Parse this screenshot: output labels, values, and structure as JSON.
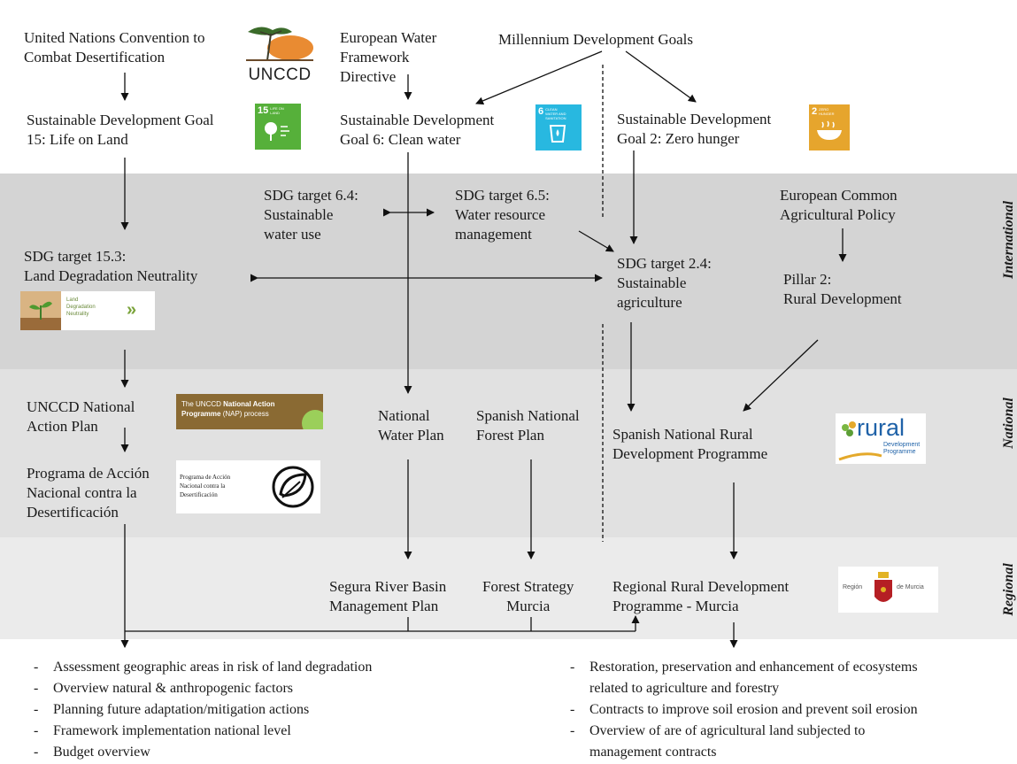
{
  "nodes": {
    "unccd": "United Nations Convention to\nCombat Desertification",
    "ewfd": "European Water\nFramework\nDirective",
    "mdg": "Millennium Development Goals",
    "sdg15": "Sustainable Development Goal\n15: Life on Land",
    "sdg6": "Sustainable Development\nGoal 6: Clean water",
    "sdg2": "Sustainable Development\nGoal 2: Zero hunger",
    "t64": "SDG target 6.4:\nSustainable\nwater use",
    "t65": "SDG target 6.5:\nWater resource\nmanagement",
    "cap": "European Common\nAgricultural Policy",
    "t153": "SDG target 15.3:\nLand Degradation Neutrality",
    "t24": "SDG target 2.4:\nSustainable\nagriculture",
    "pillar2": "Pillar 2:\nRural Development",
    "nap": "UNCCD National\nAction Plan",
    "nwp": "National\nWater Plan",
    "sfp": "Spanish National\nForest Plan",
    "snrdp": "Spanish National Rural\nDevelopment Programme",
    "pand": "Programa de Acción\nNacional contra la\nDesertificación",
    "segura": "Segura River Basin\nManagement Plan",
    "fsm": "Forest Strategy\nMurcia",
    "rrdp": "Regional Rural Development\nProgramme - Murcia"
  },
  "levels": {
    "international": "International",
    "national": "National",
    "regional": "Regional"
  },
  "logos": {
    "unccd_text": "UNCCD",
    "sdg15_num": "15",
    "sdg15_small": "LIFE ON LAND",
    "sdg6_num": "6",
    "sdg6_small": "CLEAN WATER AND SANITATION",
    "sdg2_num": "2",
    "sdg2_small": "ZERO HUNGER",
    "ldn_text": "Land\nDegradation\nNeutrality",
    "ldn_chevron": "»",
    "nap_text_a": "The UNCCD ",
    "nap_text_b": "National Action",
    "nap_text_c": "Programme",
    "nap_text_d": " (NAP) process",
    "pand_text": "Programa de Acción\nNacional contra la\nDesertificación",
    "rural_word": "rural",
    "rural_sub": "Development\nProgramme",
    "murcia_left": "Región",
    "murcia_right": "de Murcia"
  },
  "bullets_left": [
    "Assessment geographic areas in risk of land degradation",
    "Overview natural & anthropogenic factors",
    "Planning future adaptation/mitigation actions",
    "Framework implementation national level",
    "Budget overview"
  ],
  "bullets_right": [
    "Restoration, preservation and enhancement of ecosystems\nrelated to agriculture and forestry",
    "Contracts to improve soil erosion and prevent soil erosion",
    "Overview of are of agricultural land subjected to\nmanagement contracts"
  ],
  "colors": {
    "band_international": "#d4d4d4",
    "band_national": "#e1e1e1",
    "band_regional": "#ebebeb",
    "sdg15": "#56b03a",
    "sdg6": "#28b8e0",
    "sdg2": "#e6a52d",
    "nap_brown": "#8a6a33",
    "rural_blue": "#1f62a8",
    "murcia_red": "#b51f24"
  }
}
